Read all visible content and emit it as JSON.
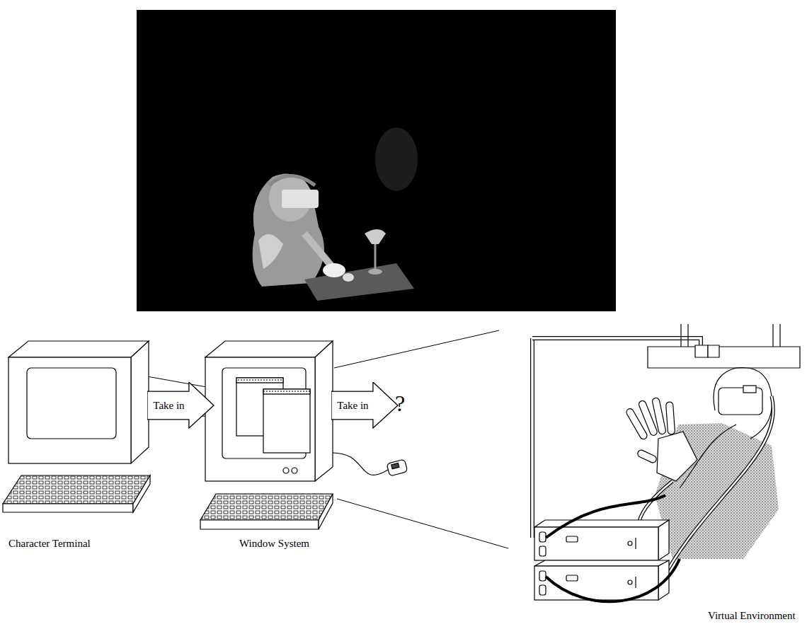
{
  "diagram": {
    "nodes": [
      {
        "text": [
          "Take in"
        ]
      },
      {
        "text": [
          "Take in"
        ]
      }
    ],
    "labels": [
      "Character Terminal",
      "Window System",
      "?",
      "Virtual Environment"
    ]
  }
}
